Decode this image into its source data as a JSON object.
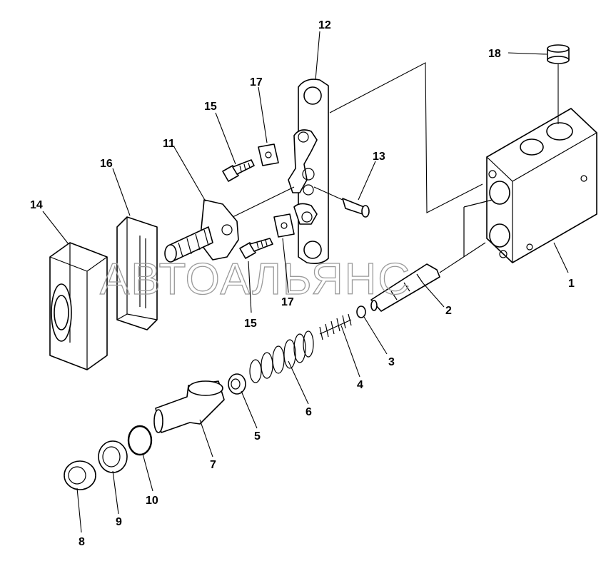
{
  "watermark": "АВТОАЛЬЯНС",
  "callouts": [
    {
      "id": "1",
      "label": "1"
    },
    {
      "id": "2",
      "label": "2"
    },
    {
      "id": "3",
      "label": "3"
    },
    {
      "id": "4",
      "label": "4"
    },
    {
      "id": "5",
      "label": "5"
    },
    {
      "id": "6",
      "label": "6"
    },
    {
      "id": "7",
      "label": "7"
    },
    {
      "id": "8",
      "label": "8"
    },
    {
      "id": "9",
      "label": "9"
    },
    {
      "id": "10",
      "label": "10"
    },
    {
      "id": "11",
      "label": "11"
    },
    {
      "id": "12",
      "label": "12"
    },
    {
      "id": "13",
      "label": "13"
    },
    {
      "id": "14",
      "label": "14"
    },
    {
      "id": "15a",
      "label": "15"
    },
    {
      "id": "15b",
      "label": "15"
    },
    {
      "id": "16",
      "label": "16"
    },
    {
      "id": "17a",
      "label": "17"
    },
    {
      "id": "17b",
      "label": "17"
    },
    {
      "id": "18",
      "label": "18"
    }
  ]
}
